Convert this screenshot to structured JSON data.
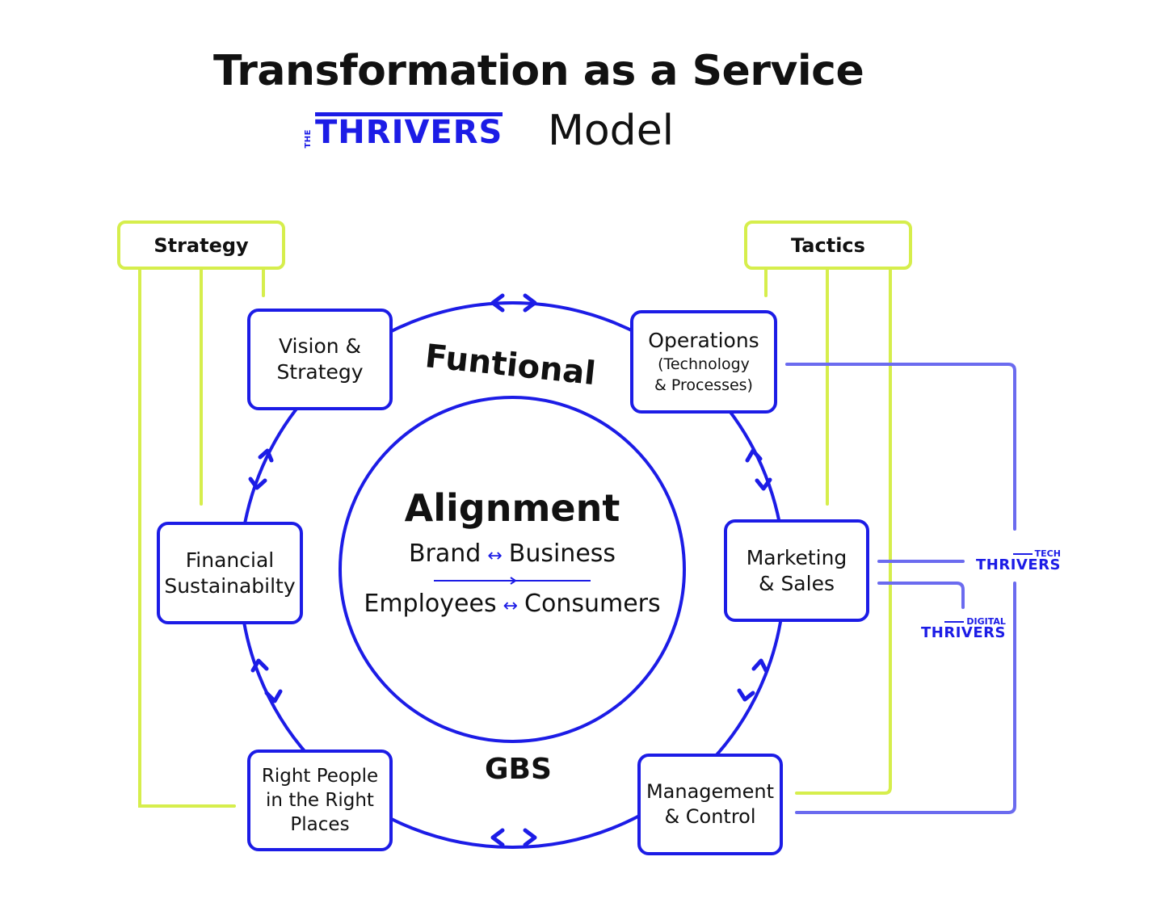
{
  "header": {
    "title": "Transformation as a Service",
    "logo_prefix": "THE",
    "logo_word": "THRIVERS",
    "model_label": "Model"
  },
  "colors": {
    "primary_blue": "#1c1ce6",
    "secondary_blue": "#6b6bef",
    "lime": "#d6ee4c"
  },
  "groups": {
    "strategy": "Strategy",
    "tactics": "Tactics"
  },
  "ring": {
    "top_label": "Funtional",
    "bottom_label": "GBS"
  },
  "center": {
    "title": "Alignment",
    "line1_left": "Brand",
    "line1_right": "Business",
    "line2_left": "Employees",
    "line2_right": "Consumers",
    "arrow_glyph": "↔"
  },
  "nodes": {
    "vision": {
      "line1": "Vision &",
      "line2": "Strategy"
    },
    "operations": {
      "line1": "Operations",
      "line2": "(Technology",
      "line3": "& Processes)"
    },
    "financial": {
      "line1": "Financial",
      "line2": "Sustainabilty"
    },
    "marketing": {
      "line1": "Marketing",
      "line2": "& Sales"
    },
    "people": {
      "line1": "Right People",
      "line2": "in the Right",
      "line3": "Places"
    },
    "management": {
      "line1": "Management",
      "line2": "& Control"
    }
  },
  "sub_brands": {
    "tech": {
      "top": "TECH",
      "bottom": "THRIVERS"
    },
    "digital": {
      "top": "DIGITAL",
      "bottom": "THRIVERS"
    }
  }
}
